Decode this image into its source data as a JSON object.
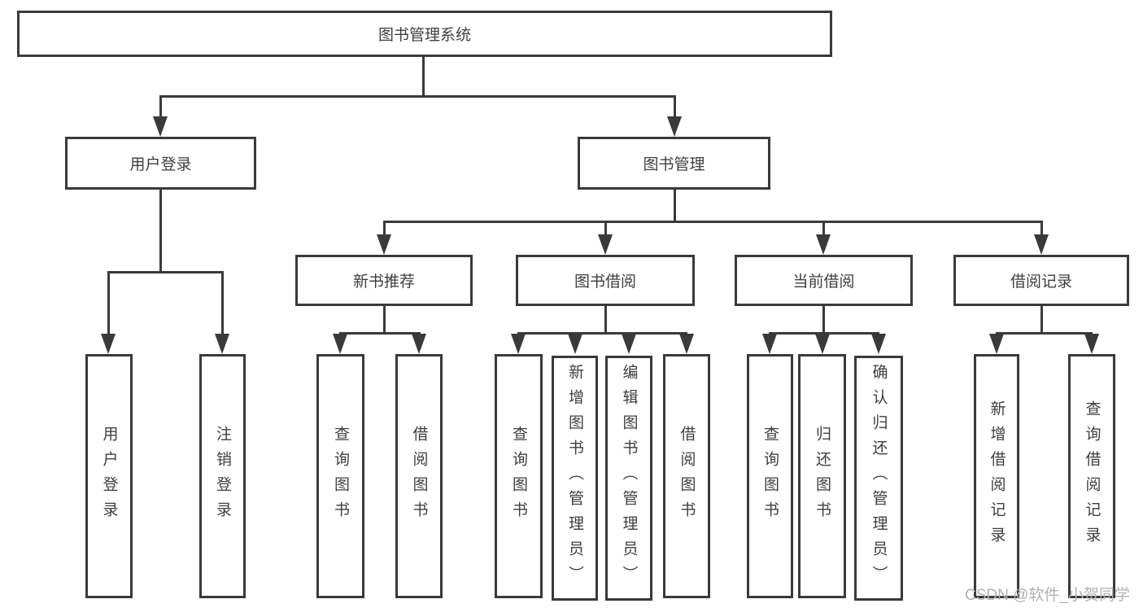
{
  "diagram_type": "hierarchy-tree",
  "colors": {
    "line": "#3a3a3c",
    "box_border": "#3a3a3c",
    "text": "#3e3e40",
    "background": "#ffffff",
    "watermark": "#b2b2b5"
  },
  "tree": {
    "label": "图书管理系统",
    "children": [
      {
        "label": "用户登录",
        "children": [
          {
            "label": "用户登录"
          },
          {
            "label": "注销登录"
          }
        ]
      },
      {
        "label": "图书管理",
        "children": [
          {
            "label": "新书推荐",
            "children": [
              {
                "label": "查询图书"
              },
              {
                "label": "借阅图书"
              }
            ]
          },
          {
            "label": "图书借阅",
            "children": [
              {
                "label": "查询图书"
              },
              {
                "label": "新增图书（管理员）"
              },
              {
                "label": "编辑图书（管理员）"
              },
              {
                "label": "借阅图书"
              }
            ]
          },
          {
            "label": "当前借阅",
            "children": [
              {
                "label": "查询图书"
              },
              {
                "label": "归还图书"
              },
              {
                "label": "确认归还（管理员）"
              }
            ]
          },
          {
            "label": "借阅记录",
            "children": [
              {
                "label": "新增借阅记录"
              },
              {
                "label": "查询借阅记录"
              }
            ]
          }
        ]
      }
    ]
  },
  "watermark": "CSDN @软件_小贺同学"
}
